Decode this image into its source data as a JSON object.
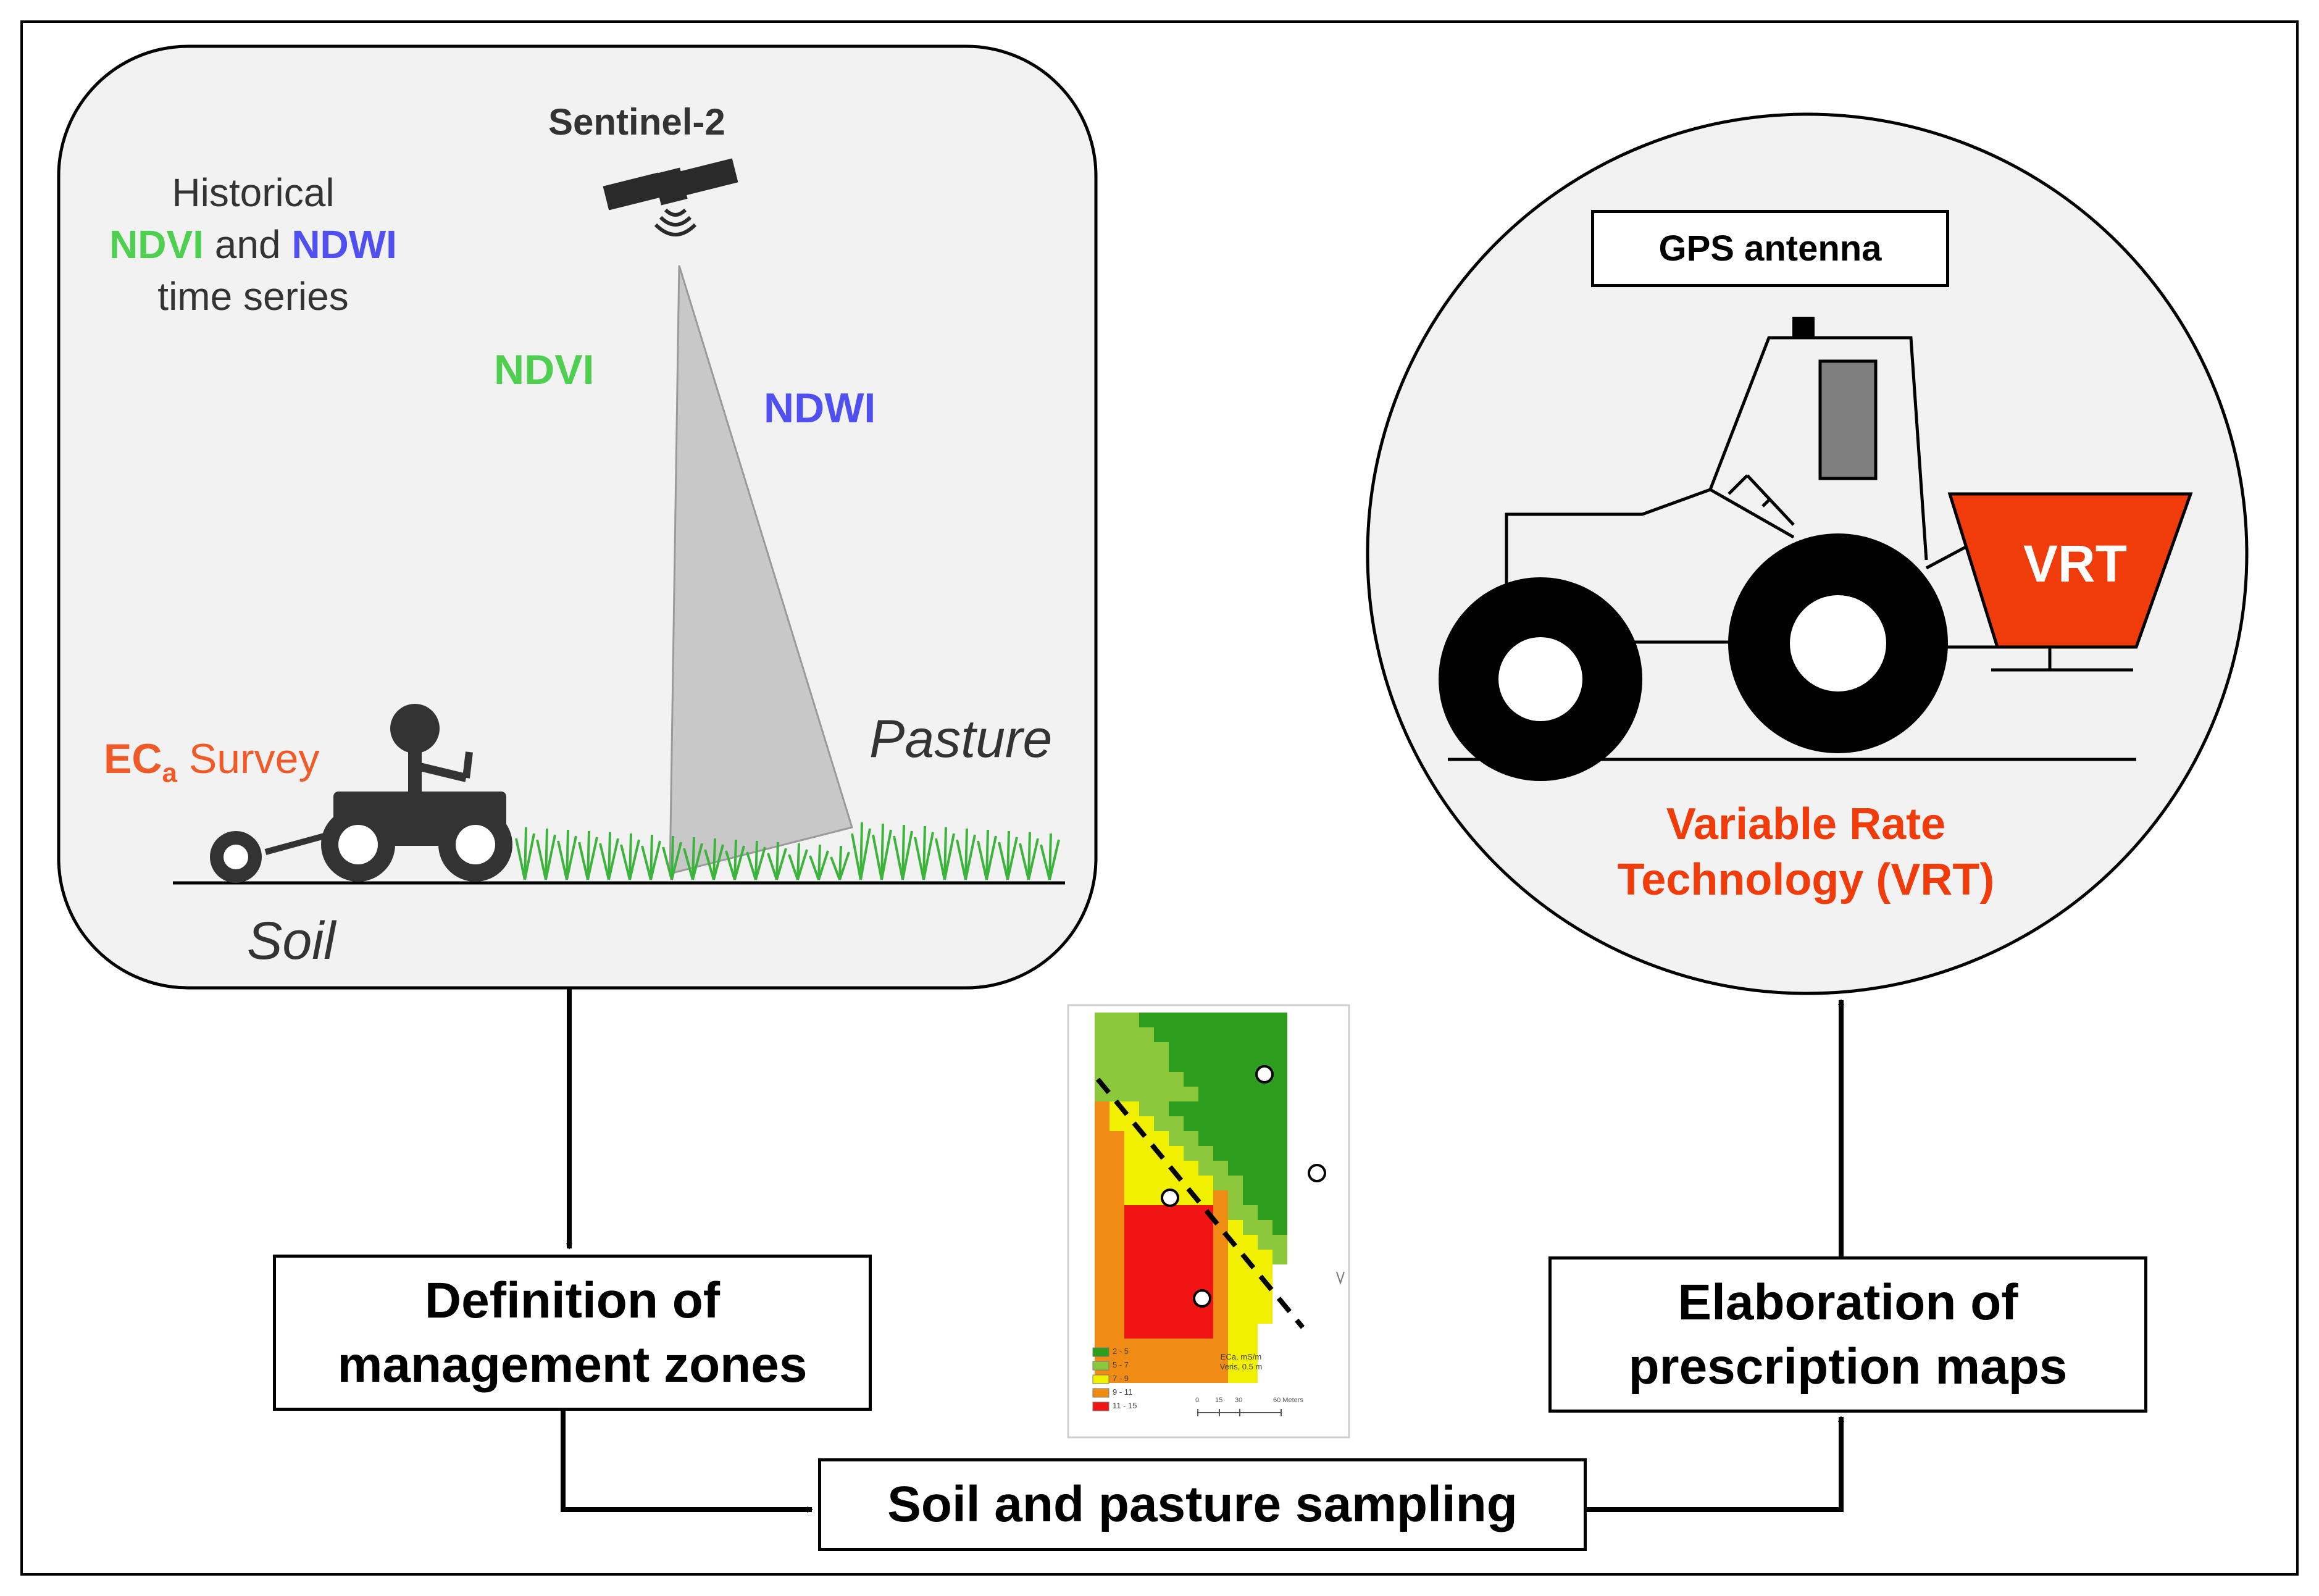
{
  "left_panel": {
    "satellite_label": "Sentinel-2",
    "historical": {
      "line1": "Historical",
      "ndvi": "NDVI",
      "and": " and ",
      "ndwi": "NDWI",
      "line3": "time series"
    },
    "ndvi_label": "NDVI",
    "ndwi_label": "NDWI",
    "eca_prefix": "EC",
    "eca_sub": "a",
    "eca_suffix": " Survey",
    "pasture_label": "Pasture",
    "soil_label": "Soil"
  },
  "right_panel": {
    "gps_label": "GPS antenna",
    "vrt_label": "VRT",
    "vrt_caption_line1": "Variable Rate",
    "vrt_caption_line2": "Technology (VRT)"
  },
  "flow": {
    "definition_line1": "Definition of",
    "definition_line2": "management zones",
    "sampling": "Soil and pasture sampling",
    "elaboration_line1": "Elaboration of",
    "elaboration_line2": "prescription maps"
  },
  "map": {
    "title_line1": "ECa, mS/m",
    "title_line2": "Veris, 0.5 m",
    "legend": [
      "2 - 5",
      "5 - 7",
      "7 - 9",
      "9 - 11",
      "11 - 15"
    ],
    "scale_ticks": [
      "0",
      "15",
      "30",
      "60 Meters"
    ]
  },
  "colors": {
    "ndvi_green": "#4fcf4f",
    "ndwi_blue": "#5050f0",
    "eca_orange": "#f05a28",
    "vrt_red": "#f03c0a",
    "grass_green": "#3cb43c",
    "panel_bg": "#f2f2f2",
    "map_classes": [
      "#2e9e1e",
      "#8cc83c",
      "#f0f000",
      "#f08c14",
      "#f01414"
    ]
  }
}
